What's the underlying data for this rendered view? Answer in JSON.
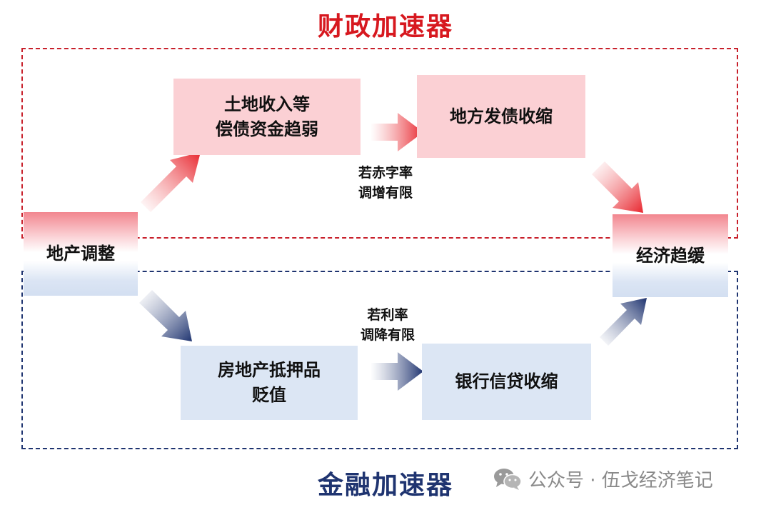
{
  "fiscal_accelerator": {
    "title": "财政加速器",
    "node_land": [
      "土地收入等",
      "偿债资金趋弱"
    ],
    "node_local_debt": "地方发债收缩",
    "note": [
      "若赤字率",
      "调增有限"
    ]
  },
  "financial_accelerator": {
    "title": "金融加速器",
    "node_collateral": [
      "房地产抵押品",
      "贬值"
    ],
    "node_credit": "银行信贷收缩",
    "note": [
      "若利率",
      "调降有限"
    ]
  },
  "start_node": "地产调整",
  "end_node": "经济趋缓",
  "watermark": {
    "text": "公众号 · 伍戈经济笔记",
    "icon": "wechat-icon"
  },
  "colors": {
    "fiscal_red": "#d7181f",
    "financial_navy": "#1f3470",
    "red_node_fill": "#fbd0d4",
    "blue_node_fill": "#dce6f4"
  }
}
